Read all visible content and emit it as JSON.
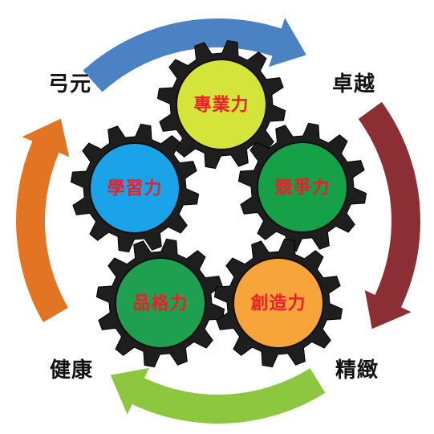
{
  "corners": {
    "top_left": "弓元",
    "top_right": "卓越",
    "bottom_left": "健康",
    "bottom_right": "精緻"
  },
  "colors": {
    "arrow_top": "#4a82c4",
    "arrow_right": "#8b2f35",
    "arrow_bottom": "#8dc63f",
    "arrow_left": "#e27424",
    "gear": "#1e1e1e",
    "label_text": "#e8202a"
  },
  "gears": [
    {
      "id": "professional",
      "label": "專業力",
      "fill": "#d4e43a"
    },
    {
      "id": "competitive",
      "label": "競爭力",
      "fill": "#16a048"
    },
    {
      "id": "learning",
      "label": "學習力",
      "fill": "#1aa3e8"
    },
    {
      "id": "character",
      "label": "品格力",
      "fill": "#1fa051"
    },
    {
      "id": "creativity",
      "label": "創造力",
      "fill": "#f7a43a"
    }
  ]
}
